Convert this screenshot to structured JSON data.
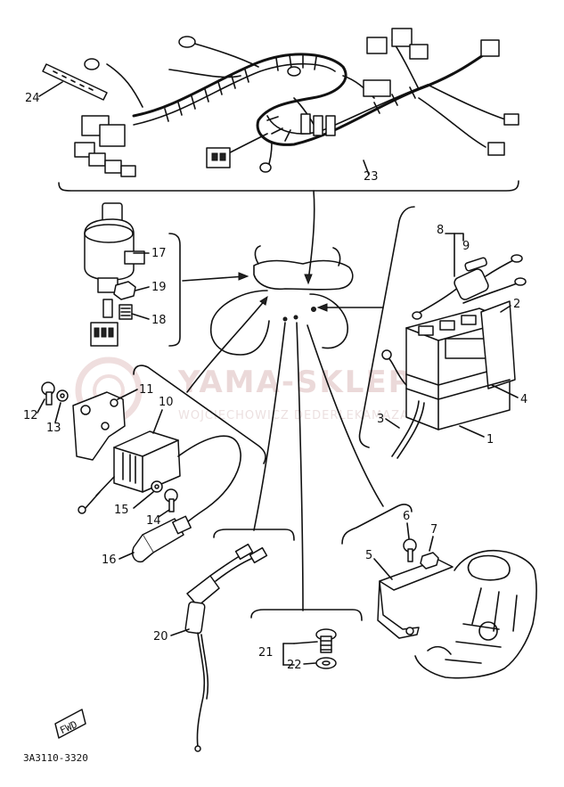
{
  "diagram": {
    "part_code": "3A3110-3320",
    "fwd_label": "FWD",
    "watermark": {
      "main": "YAMA-SKLEP",
      "sub": "WOJCIECHOWICZ DEDERLEKAMAZA"
    },
    "callouts": {
      "c1": "1",
      "c2": "2",
      "c3": "3",
      "c4": "4",
      "c5": "5",
      "c6": "6",
      "c7": "7",
      "c8": "8",
      "c9": "9",
      "c10": "10",
      "c11": "11",
      "c12": "12",
      "c13": "13",
      "c14": "14",
      "c15": "15",
      "c16": "16",
      "c17": "17",
      "c18": "18",
      "c19": "19",
      "c20": "20",
      "c21": "21",
      "c22": "22",
      "c23": "23",
      "c24": "24"
    },
    "colors": {
      "ink": "#111111",
      "paper": "#ffffff",
      "watermark": "#e6c8c8"
    }
  }
}
